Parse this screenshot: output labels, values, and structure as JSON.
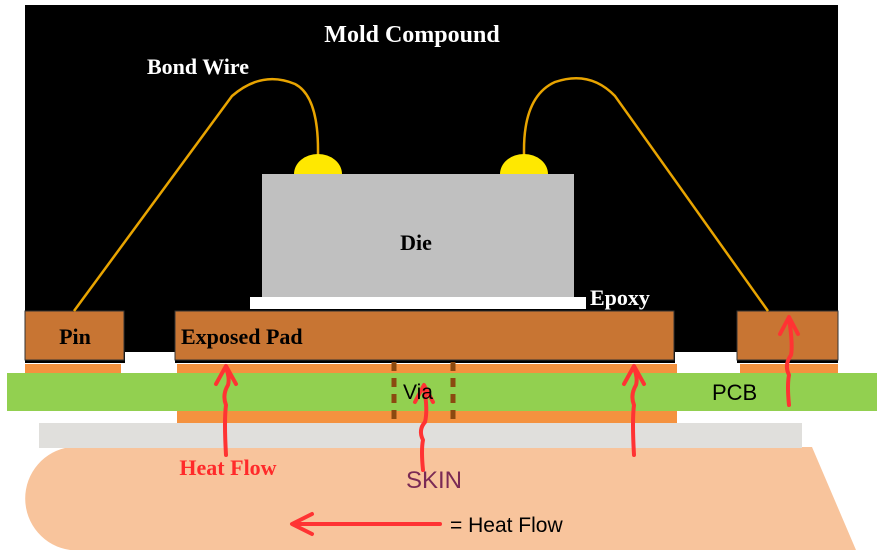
{
  "labels": {
    "mold_compound": "Mold Compound",
    "bond_wire": "Bond Wire",
    "die": "Die",
    "epoxy": "Epoxy",
    "pin": "Pin",
    "exposed_pad": "Exposed Pad",
    "via": "Via",
    "pcb": "PCB",
    "heat_flow": "Heat Flow",
    "skin": "SKIN",
    "legend": "= Heat Flow"
  },
  "colors": {
    "mold": "#000000",
    "die": "#c0c0c0",
    "copper": "#c87533",
    "solder": "#f4923f",
    "pcb": "#92d050",
    "gap": "#e0dfdc",
    "skin": "#f8c49c",
    "wire": "#e8a400",
    "ball": "#ffe800",
    "arrow": "#ff3333"
  }
}
